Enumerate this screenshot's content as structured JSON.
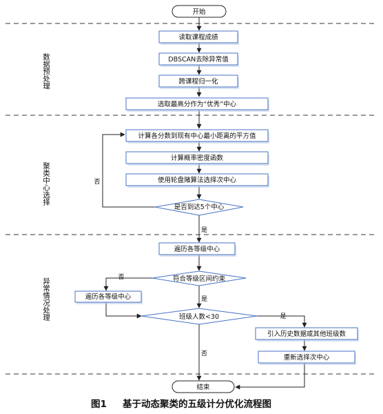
{
  "nodes": {
    "start": "开始",
    "read_scores": "读取课程成绩",
    "dbscan": "DBSCAN去除异常值",
    "normalize": "跨课程归一化",
    "select_max": "选取最高分作为“优秀”中心",
    "compute_dist": "计算各分数到现有中心最小距离的平方值",
    "compute_prob": "计算概率密度函数",
    "roulette": "使用轮盘赌算法选择次中心",
    "check_five": "是否到达5个中心",
    "traverse1": "遍历各等级中心",
    "interval": "符合等级区间约束",
    "traverse2": "遍历各等级中心",
    "class_size": "班级人数<30",
    "history": "引入历史数据或其他班级数",
    "reselect": "重新选择次中心",
    "end": "结束"
  },
  "stages": {
    "preprocess": "数据预处理",
    "cluster": "聚类中心选择",
    "exception": "异常情况处理"
  },
  "edges": {
    "yes": "是",
    "no": "否"
  },
  "caption": {
    "number": "图1",
    "title": "基于动态聚类的五级计分优化流程图"
  },
  "colors": {
    "box_fill": "#ffffff",
    "box_stroke": "#4472c4",
    "line": "#222222",
    "shadow": "#b9c9e6"
  }
}
